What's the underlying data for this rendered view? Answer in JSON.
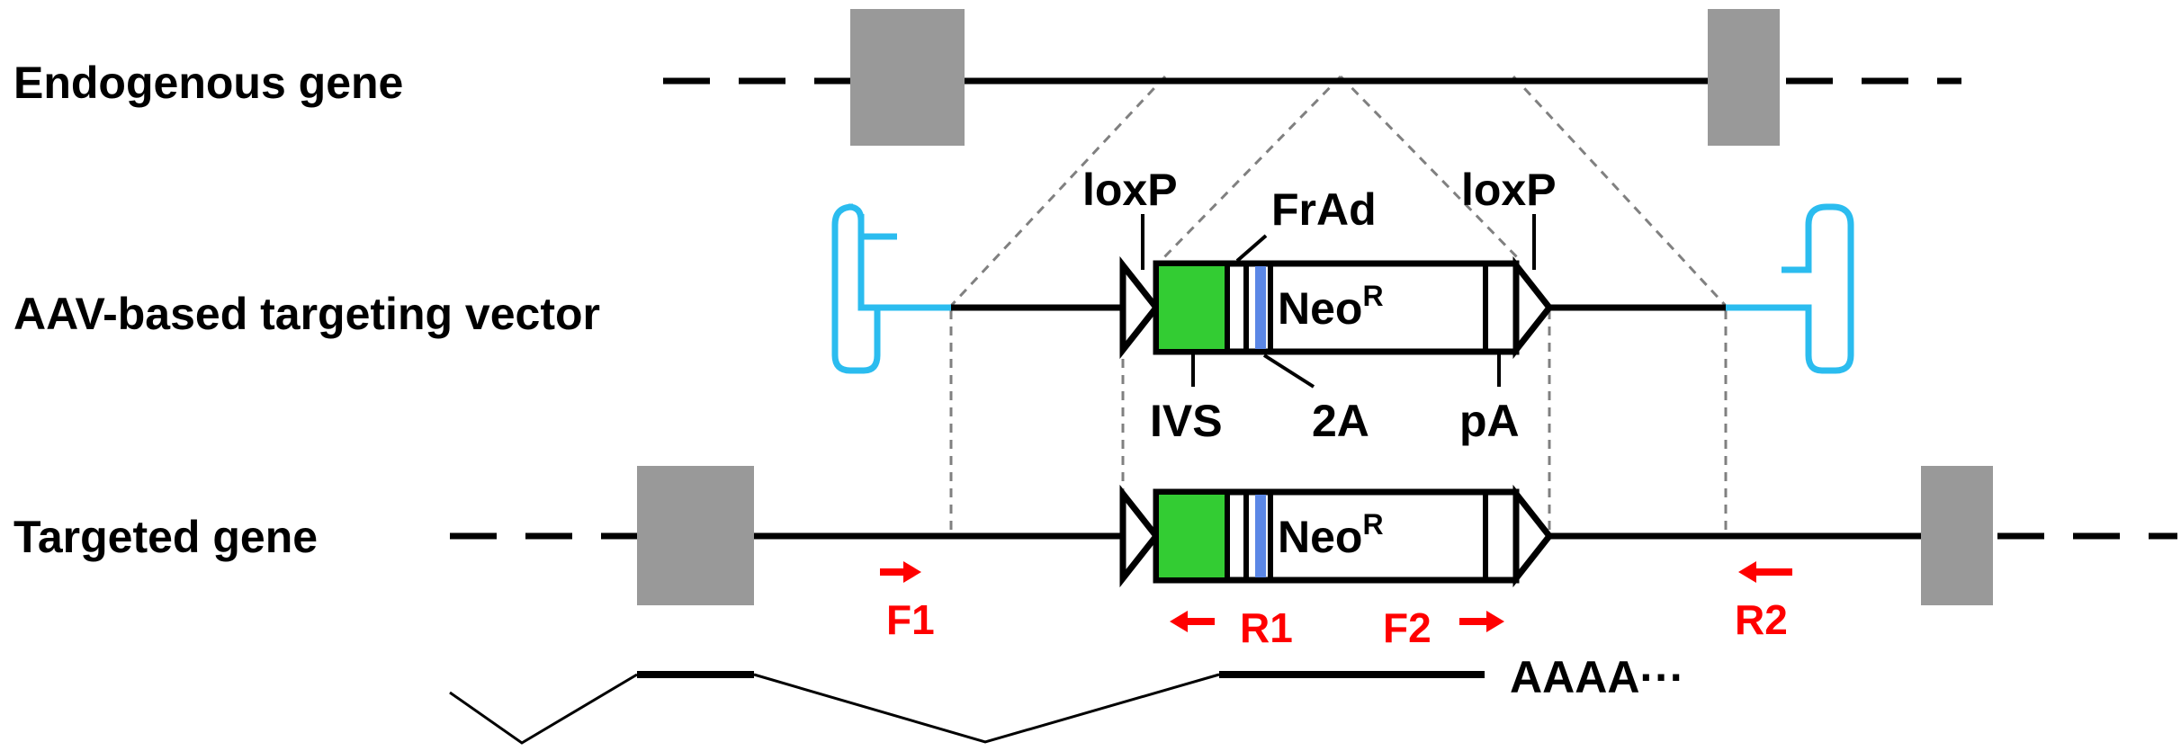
{
  "rows": {
    "endogenous": "Endogenous gene",
    "vector": "AAV-based targeting vector",
    "targeted": "Targeted gene"
  },
  "elements": {
    "loxp_left": "loxP",
    "loxp_right": "loxP",
    "frad": "FrAd",
    "ivs": "IVS",
    "two_a": "2A",
    "pa": "pA",
    "neo": "Neo",
    "neo_sup": "R"
  },
  "primers": {
    "f1": "F1",
    "r1": "R1",
    "f2": "F2",
    "r2": "R2"
  },
  "transcript": {
    "polya": "AAAA···"
  },
  "colors": {
    "exon": "#999999",
    "itr": "#2bbcef",
    "ivs_green": "#33cc33",
    "two_a_blue": "#5b87e6",
    "primer_red": "#ff0000",
    "guide": "#808080"
  }
}
